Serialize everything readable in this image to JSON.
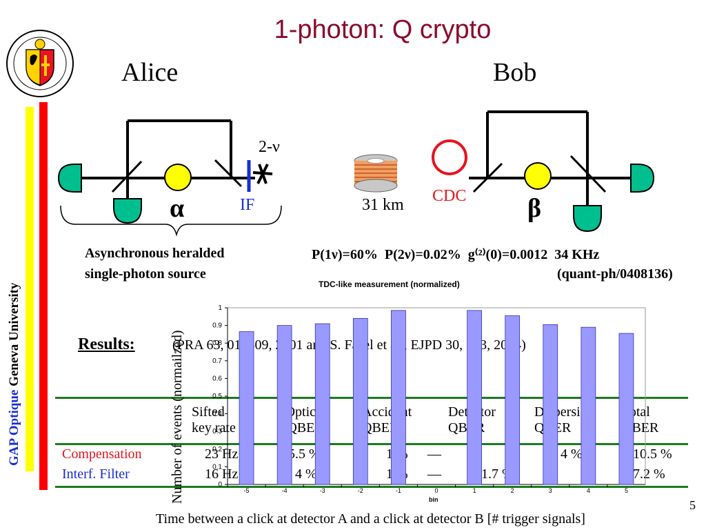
{
  "slide": {
    "title": "1-photon: Q crypto",
    "page_number": "5",
    "alice_label": "Alice",
    "bob_label": "Bob",
    "sidebar_text_blue": "GAP Optique",
    "sidebar_text_black": "Geneva University",
    "colors": {
      "title": "#8b0a2e",
      "detector": "#00bf8f",
      "waveplate": "#ffff00",
      "if_blue": "#1a2bd6",
      "cdc_red": "#e8141e",
      "bar": "#9999ff",
      "table_line": "#1b7a1b",
      "sidebar_yellow": "#ffff00",
      "sidebar_red": "#ff0000"
    }
  },
  "diagram": {
    "two_nu_label": "2-ν",
    "alpha_label": "α",
    "beta_label": "β",
    "if_label": "IF",
    "fiber_label": "31 km",
    "cdc_label": "CDC",
    "source_caption_line1": "Asynchronous heralded",
    "source_caption_line2": "single-photon source",
    "stats_line": "P(1ν)=60%  P(2ν)=0.02%  g⁽²⁾(0)=0.0012  34 KHz",
    "reference_line": "(quant-ph/0408136)"
  },
  "results": {
    "label": "Results:",
    "citation": "(PRA 63, 012309, 2001 and S. Fasel et al., EJPD 30, 143, 2004)"
  },
  "table": {
    "headers": [
      [
        "Sifted",
        "key rate"
      ],
      [
        "Optical",
        "QBER"
      ],
      [
        "Accident",
        "QBER"
      ],
      [
        "Detector",
        "QBER"
      ],
      [
        "Dispersion",
        "QBER"
      ],
      [
        "Total",
        "QBER"
      ]
    ],
    "rows": [
      {
        "name": "Compensation",
        "color": "#e8141e",
        "values": [
          "23 Hz",
          "5.5 %",
          "1 %",
          "—",
          "4 %",
          "10.5 %"
        ]
      },
      {
        "name": "Interf. Filter",
        "color": "#1a2bd6",
        "values": [
          "16 Hz",
          "4 %",
          "1 %",
          "—",
          "1.7 %",
          "7.2 %"
        ]
      }
    ]
  },
  "chart_data": {
    "type": "bar",
    "title": "TDC-like measurement (normalized)",
    "xlabel": "bin",
    "ylabel": "Number of events (normailzed)",
    "bottom_caption": "Time between a click at detector A and a click at detector B [# trigger signals]",
    "categories": [
      "-5",
      "-4",
      "-3",
      "-2",
      "-1",
      "0",
      "1",
      "2",
      "3",
      "4",
      "5"
    ],
    "values": [
      0.865,
      0.9,
      0.91,
      0.94,
      0.985,
      0,
      0.985,
      0.955,
      0.905,
      0.89,
      0.855
    ],
    "yticks": [
      "0",
      "0.1",
      "0.2",
      "0.3",
      "0.4",
      "0.5",
      "0.6",
      "0.7",
      "0.8",
      "0.9",
      "1"
    ],
    "ylim": [
      0,
      1
    ],
    "grid": false
  }
}
